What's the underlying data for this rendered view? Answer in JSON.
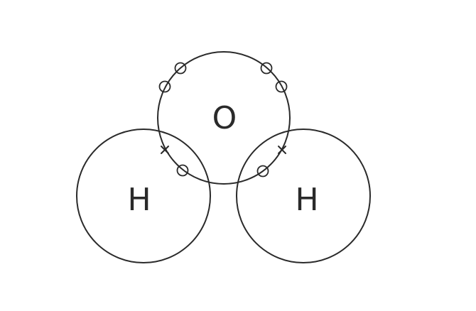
{
  "diagram": {
    "colors": {
      "stroke": "#2a2a2a",
      "background": "#ffffff"
    },
    "atoms": {
      "oxygen": {
        "symbol": "O",
        "outer_electrons": 6,
        "electron_marker": "circle"
      },
      "hydrogen_left": {
        "symbol": "H",
        "electrons": 1,
        "electron_marker": "cross"
      },
      "hydrogen_right": {
        "symbol": "H",
        "electrons": 1,
        "electron_marker": "cross"
      }
    },
    "bonds": [
      {
        "between": [
          "oxygen",
          "hydrogen_left"
        ],
        "shared_pair": [
          "cross",
          "circle"
        ]
      },
      {
        "between": [
          "oxygen",
          "hydrogen_right"
        ],
        "shared_pair": [
          "cross",
          "circle"
        ]
      }
    ]
  }
}
